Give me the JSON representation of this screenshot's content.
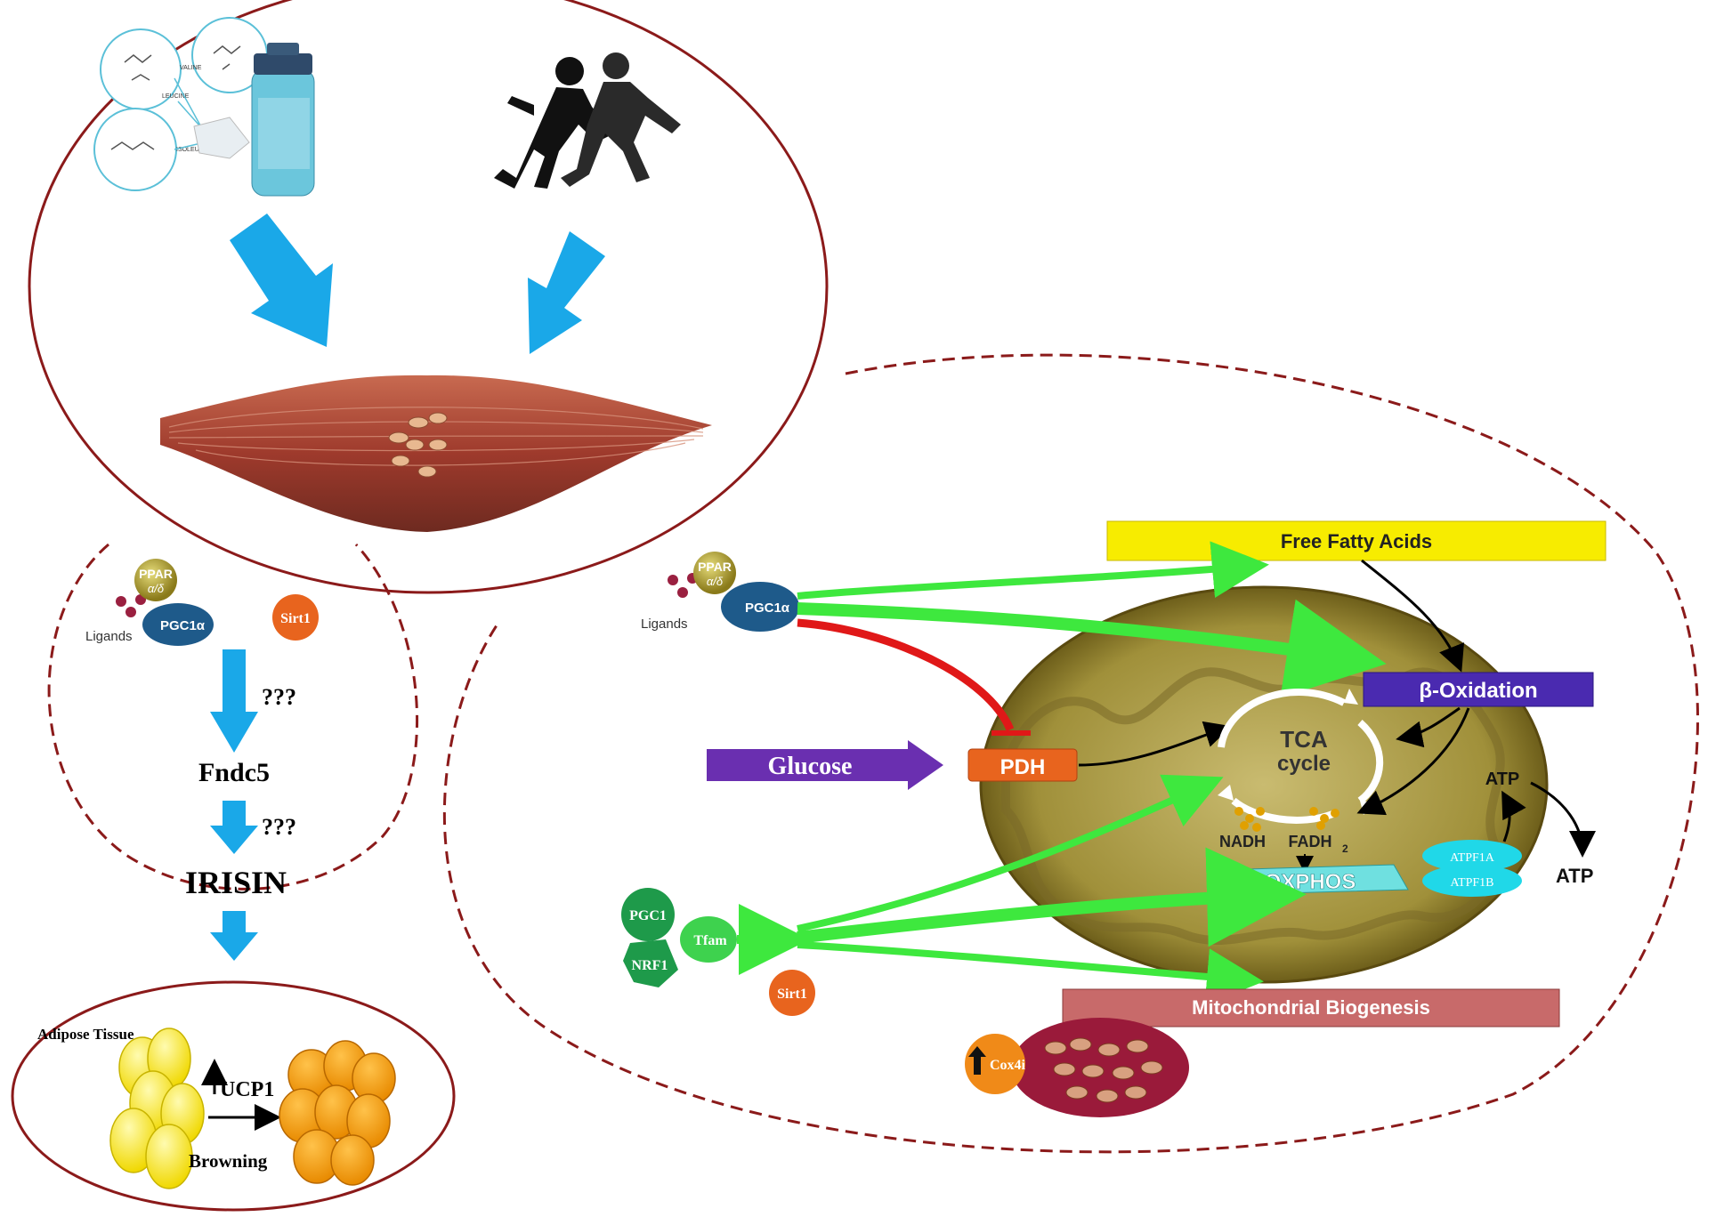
{
  "supplement": {
    "molecule_labels": [
      "VALINE",
      "LEUCINE",
      "ISOLEUCINE"
    ]
  },
  "left_pathway": {
    "ppar_label": "PPAR",
    "ppar_sub": "α/δ",
    "pgc_label": "PGC1α",
    "ligands_label": "Ligands",
    "sirt1_label": "Sirt1",
    "unknown_1": "???",
    "fndc5_label": "Fndc5",
    "unknown_2": "???",
    "irisin_label": "IRISIN"
  },
  "adipose": {
    "tissue_label": "Adipose Tissue",
    "ucp1_label": "UCP1",
    "browning_label": "Browning"
  },
  "mito": {
    "ppar_label": "PPAR",
    "ppar_sub": "α/δ",
    "pgc_label": "PGC1α",
    "ligands_label": "Ligands",
    "ffa_label": "Free Fatty Acids",
    "beta_ox_label": "β-Oxidation",
    "glucose_label": "Glucose",
    "pdh_label": "PDH",
    "tca_label_1": "TCA",
    "tca_label_2": "cycle",
    "nadh_label": "NADH",
    "fadh_label": "FADH",
    "fadh_sub": "2",
    "oxphos_label": "OXPHOS",
    "atp_top": "ATP",
    "atp_right": "ATP",
    "atpf1a": "ATPF1A",
    "atpf1b": "ATPF1B",
    "pgc1_label": "PGC1",
    "nrf1_label": "NRF1",
    "tfam_label": "Tfam",
    "sirt1_label": "Sirt1",
    "biogenesis_label": "Mitochondrial Biogenesis",
    "cox4i_label": "Cox4i"
  },
  "colors": {
    "dark_red": "#8b1a1a",
    "cyan_arrow": "#1aa8e8",
    "green_arrow": "#3ee83e",
    "red_inhibit": "#e01818",
    "purple": "#6a2fb0",
    "ffa_yellow": "#f7ec00",
    "orange": "#e8641e",
    "oxphos_cyan": "#6fe0e0"
  }
}
